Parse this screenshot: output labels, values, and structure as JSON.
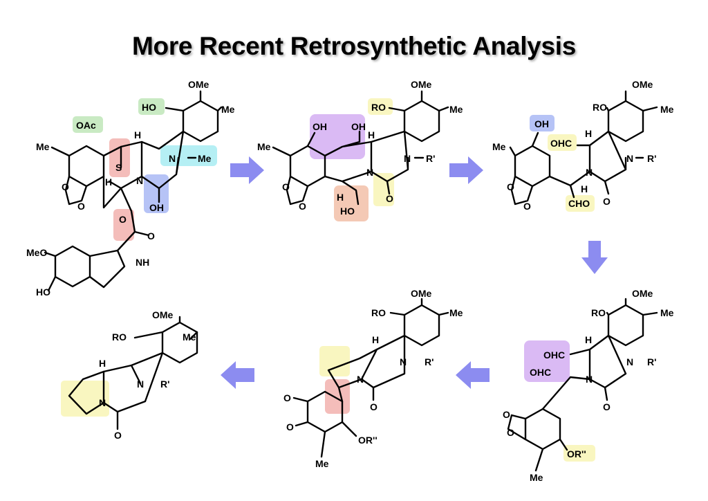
{
  "title": "More Recent Retrosynthetic Analysis",
  "colors": {
    "arrow": "#8c8cf0",
    "green": "#bfe6b8",
    "red": "#f2b2ae",
    "blue": "#a9b9f4",
    "cyan": "#a8ecf2",
    "purple": "#d4aef2",
    "yellow": "#f8f5b5",
    "orange": "#f2c0a8"
  },
  "molecules": [
    {
      "labels": [
        "OMe",
        "Me",
        "HO",
        "OAc",
        "Me",
        "H",
        "S",
        "N",
        "Me",
        "N",
        "H",
        "OH",
        "O",
        "O",
        "NH",
        "MeO",
        "HO",
        "O",
        "O"
      ]
    },
    {
      "labels": [
        "OMe",
        "Me",
        "RO",
        "OH",
        "OH",
        "H",
        "Me",
        "N",
        "R'",
        "N",
        "O",
        "H",
        "HO",
        "O",
        "O"
      ]
    },
    {
      "labels": [
        "OMe",
        "Me",
        "RO",
        "OH",
        "H",
        "OHC",
        "N",
        "R'",
        "Me",
        "N",
        "H",
        "CHO",
        "O",
        "O",
        "O"
      ]
    },
    {
      "labels": [
        "OMe",
        "Me",
        "RO",
        "H",
        "OHC",
        "N",
        "R'",
        "OHC",
        "N",
        "O",
        "O",
        "O",
        "Me",
        "OR''"
      ]
    },
    {
      "labels": [
        "OMe",
        "Me",
        "RO",
        "H",
        "N",
        "R'",
        "N",
        "O",
        "O",
        "O",
        "Me",
        "OR''"
      ]
    },
    {
      "labels": [
        "OMe",
        "Me",
        "RO",
        "H",
        "N",
        "R'",
        "N",
        "O"
      ]
    }
  ]
}
